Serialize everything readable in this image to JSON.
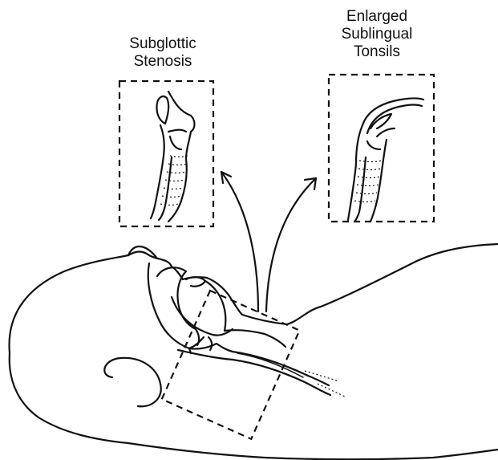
{
  "callouts": {
    "left": {
      "lines": [
        "Subglottic",
        "Stenosis"
      ]
    },
    "right": {
      "lines": [
        "Enlarged",
        "Sublingual",
        "Tonsils"
      ]
    }
  },
  "colors": {
    "ink": "#111111",
    "background": "#ffffff"
  }
}
